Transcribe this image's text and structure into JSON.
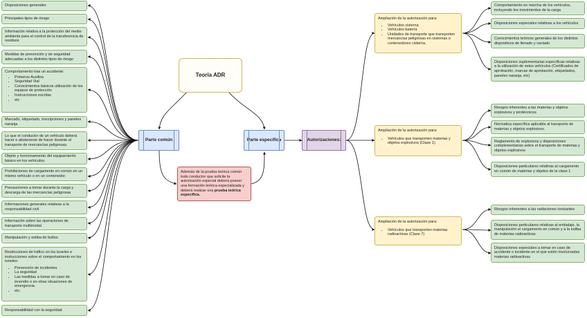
{
  "title": "Teoría ADR",
  "common": "Parte común",
  "specific": "Parte específica",
  "auth": "Autorizaciones:",
  "note": {
    "text": "Además de la prueba teórica común todo conductor que solicite la autorización especial deberá poseer una formación teórica especializada y deberá realizar una ",
    "bold": "prueba teórica específica."
  },
  "left": [
    {
      "text": "Disposiciones generales"
    },
    {
      "text": "Principales tipos de riesgo"
    },
    {
      "text": "Información relativa a la protección del medio ambiente para el control de la transferencia de residuos"
    },
    {
      "text": "Medidas de prevención y de seguridad adecuadas a los distintos tipos de riesgo"
    },
    {
      "text": "Comportamiento tras un accidente:",
      "items": [
        "Primeros Auxilios",
        "Seguridad Vial",
        "Conocimientos básicos utilización de los equipos de protección",
        "Instrucciones escritas",
        "etc"
      ]
    },
    {
      "text": "Marcado, etiquetado, inscripciones y paneles naranja"
    },
    {
      "text": "Lo que el conductor de un vehículo deberá hacer o abstenerse de hacer durante el transporte de mercancías peligrosas."
    },
    {
      "text": "Objeto y funcionamiento del equipamiento básico en los vehículos."
    },
    {
      "text": "Prohibiciones de cargamento en común en un mismo vehículo o en un contenedor."
    },
    {
      "text": "Precauciones a tomar durante la carga y descarga de las mercancías peligrosas"
    },
    {
      "text": "Informaciones generales relativas a la responsabilidad civil"
    },
    {
      "text": "Información sobre las operaciones de transporte multimodal"
    },
    {
      "text": "Manipulación y estiba de bultos"
    },
    {
      "text": "Restricciones de tráfico en los tuneles e instrucciones sobre el comportamiento en los tuneles:",
      "items": [
        "Prevención de incidentes",
        "La seguridad",
        "Las medidas a tomar en caso de incendio o en otras situaciones de emergencia.",
        "etc."
      ]
    },
    {
      "text": "Responsabilidad con la seguridad"
    }
  ],
  "ext": [
    {
      "text": "Ampliación de la autorización para:",
      "items": [
        "Vehículos cisterna",
        "Vehículos batería",
        "Unidades de transporte que transporten mercancías peligrosas en cisternas o contenedores cisterna."
      ]
    },
    {
      "text": "Ampliación de la autorización para:",
      "items": [
        "Vehículos que transporten materias y objetos explosivos (Clase 1)"
      ]
    },
    {
      "text": "Ampliación de la autorización para:",
      "items": [
        "Vehículos que transporten materias radioactivas (Clase 7)"
      ]
    }
  ],
  "right": [
    "Comportamiento en marcha de los vehículos, incluyendo los movimientos de la carga",
    "Disposiciones especiales relativas a los vehículos",
    "Conocimientos teóricos generales de los distintos dispositivos de llenado y vaciado",
    "Disposiciones suplementarias específicas relativas a la utilización de estos vehículos (Certificados de aprobación, marcas de aprobación, etiquetados, paneles naranja, etc)",
    "Riesgos inherentes a las materias y objetos explosivos y pirotécnicos",
    "Normativa específica aplicable al transporte de materias y objetos explosivos.",
    "Reglamento de explosivos y disposiciones complementarias sobre el transporte de materias y objetos explosivos",
    "Disposiciones particulares relativas al cargamento en común de materias y objetos de la clase 1",
    "Riesgos inherentes a las radiaciones ionizantes",
    "Disposiciones particulares relativas al embalaje, la manipulación el cargamento en común y a la estiba de materias radioactivas",
    "Disposiciones especiales a tomar en caso de accidente o incidente en el que estén involucradas materias radioactivas"
  ]
}
